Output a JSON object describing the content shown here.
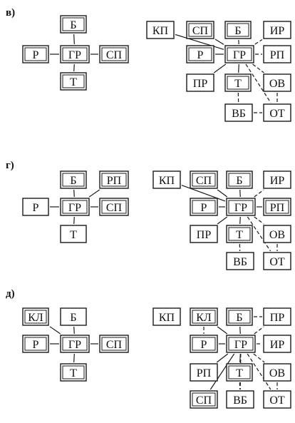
{
  "sections": [
    {
      "label": "в)",
      "left": {
        "nodes": [
          {
            "id": "Б",
            "text": "Б",
            "style": "double"
          },
          {
            "id": "Р",
            "text": "Р",
            "style": "double"
          },
          {
            "id": "ГР",
            "text": "ГР",
            "style": "double"
          },
          {
            "id": "СП",
            "text": "СП",
            "style": "double"
          },
          {
            "id": "Т",
            "text": "Т",
            "style": "double"
          }
        ],
        "edges": [
          {
            "from": "ГР",
            "to": "Б",
            "style": "solid"
          },
          {
            "from": "ГР",
            "to": "Р",
            "style": "solid"
          },
          {
            "from": "ГР",
            "to": "СП",
            "style": "solid"
          },
          {
            "from": "ГР",
            "to": "Т",
            "style": "solid"
          }
        ]
      },
      "right": {
        "nodes": [
          {
            "id": "КП",
            "text": "КП",
            "style": "single"
          },
          {
            "id": "СП",
            "text": "СП",
            "style": "double"
          },
          {
            "id": "Б",
            "text": "Б",
            "style": "double"
          },
          {
            "id": "ИР",
            "text": "ИР",
            "style": "single"
          },
          {
            "id": "Р",
            "text": "Р",
            "style": "double"
          },
          {
            "id": "ГР",
            "text": "ГР",
            "style": "double"
          },
          {
            "id": "РП",
            "text": "РП",
            "style": "single"
          },
          {
            "id": "ПР",
            "text": "ПР",
            "style": "single"
          },
          {
            "id": "Т",
            "text": "Т",
            "style": "double"
          },
          {
            "id": "ОВ",
            "text": "ОВ",
            "style": "single"
          },
          {
            "id": "ВБ",
            "text": "ВБ",
            "style": "single"
          },
          {
            "id": "ОТ",
            "text": "ОТ",
            "style": "single"
          }
        ],
        "edges": [
          {
            "from": "ГР",
            "to": "КП",
            "style": "solid"
          },
          {
            "from": "ГР",
            "to": "СП",
            "style": "solid"
          },
          {
            "from": "ГР",
            "to": "Б",
            "style": "solid"
          },
          {
            "from": "ГР",
            "to": "ИР",
            "style": "dashed"
          },
          {
            "from": "ГР",
            "to": "Р",
            "style": "solid"
          },
          {
            "from": "ГР",
            "to": "РП",
            "style": "dashed"
          },
          {
            "from": "ГР",
            "to": "ПР",
            "style": "solid"
          },
          {
            "from": "ГР",
            "to": "Т",
            "style": "solid"
          },
          {
            "from": "ГР",
            "to": "ОВ",
            "style": "dashed"
          },
          {
            "from": "ГР",
            "to": "ОТ",
            "style": "dashed"
          },
          {
            "from": "Т",
            "to": "ВБ",
            "style": "dashed"
          },
          {
            "from": "ВБ",
            "to": "ОТ",
            "style": "dashed"
          },
          {
            "from": "ОВ",
            "to": "ОТ",
            "style": "dashed"
          }
        ]
      }
    },
    {
      "label": "г)",
      "left": {
        "nodes": [
          {
            "id": "Б",
            "text": "Б",
            "style": "double"
          },
          {
            "id": "РП",
            "text": "РП",
            "style": "double"
          },
          {
            "id": "Р",
            "text": "Р",
            "style": "single"
          },
          {
            "id": "ГР",
            "text": "ГР",
            "style": "double"
          },
          {
            "id": "СП",
            "text": "СП",
            "style": "double"
          },
          {
            "id": "Т",
            "text": "Т",
            "style": "single"
          }
        ],
        "edges": [
          {
            "from": "ГР",
            "to": "Б",
            "style": "solid"
          },
          {
            "from": "ГР",
            "to": "РП",
            "style": "solid"
          },
          {
            "from": "ГР",
            "to": "Р",
            "style": "solid"
          },
          {
            "from": "ГР",
            "to": "СП",
            "style": "solid"
          },
          {
            "from": "ГР",
            "to": "Т",
            "style": "solid"
          }
        ]
      },
      "right": {
        "nodes": [
          {
            "id": "КП",
            "text": "КП",
            "style": "single"
          },
          {
            "id": "СП",
            "text": "СП",
            "style": "double"
          },
          {
            "id": "Б",
            "text": "Б",
            "style": "double"
          },
          {
            "id": "ИР",
            "text": "ИР",
            "style": "single"
          },
          {
            "id": "Р",
            "text": "Р",
            "style": "double"
          },
          {
            "id": "ГР",
            "text": "ГР",
            "style": "double"
          },
          {
            "id": "РП",
            "text": "РП",
            "style": "double"
          },
          {
            "id": "ПР",
            "text": "ПР",
            "style": "single"
          },
          {
            "id": "Т",
            "text": "Т",
            "style": "double"
          },
          {
            "id": "ОВ",
            "text": "ОВ",
            "style": "single"
          },
          {
            "id": "ВБ",
            "text": "ВБ",
            "style": "single"
          },
          {
            "id": "ОТ",
            "text": "ОТ",
            "style": "single"
          }
        ],
        "edges": [
          {
            "from": "ГР",
            "to": "КП",
            "style": "solid"
          },
          {
            "from": "ГР",
            "to": "СП",
            "style": "solid"
          },
          {
            "from": "ГР",
            "to": "Б",
            "style": "solid"
          },
          {
            "from": "ГР",
            "to": "ИР",
            "style": "dashed"
          },
          {
            "from": "ГР",
            "to": "Р",
            "style": "solid"
          },
          {
            "from": "ГР",
            "to": "РП",
            "style": "solid"
          },
          {
            "from": "ГР",
            "to": "ПР",
            "style": "solid"
          },
          {
            "from": "ГР",
            "to": "Т",
            "style": "solid"
          },
          {
            "from": "ГР",
            "to": "ОВ",
            "style": "dashed"
          },
          {
            "from": "ГР",
            "to": "ОТ",
            "style": "dashed"
          },
          {
            "from": "Т",
            "to": "ВБ",
            "style": "dashed"
          },
          {
            "from": "ОВ",
            "to": "ОТ",
            "style": "dashed"
          }
        ]
      }
    },
    {
      "label": "д)",
      "left": {
        "nodes": [
          {
            "id": "КЛ",
            "text": "КЛ",
            "style": "double"
          },
          {
            "id": "Б",
            "text": "Б",
            "style": "single"
          },
          {
            "id": "Р",
            "text": "Р",
            "style": "double"
          },
          {
            "id": "ГР",
            "text": "ГР",
            "style": "double"
          },
          {
            "id": "СП",
            "text": "СП",
            "style": "double"
          },
          {
            "id": "Т",
            "text": "Т",
            "style": "double"
          }
        ],
        "edges": [
          {
            "from": "ГР",
            "to": "КЛ",
            "style": "solid"
          },
          {
            "from": "ГР",
            "to": "Б",
            "style": "solid"
          },
          {
            "from": "ГР",
            "to": "Р",
            "style": "solid"
          },
          {
            "from": "ГР",
            "to": "СП",
            "style": "solid"
          },
          {
            "from": "ГР",
            "to": "Т",
            "style": "solid"
          }
        ]
      },
      "right": {
        "nodes": [
          {
            "id": "КП",
            "text": "КП",
            "style": "single"
          },
          {
            "id": "КЛ",
            "text": "КЛ",
            "style": "double"
          },
          {
            "id": "Б",
            "text": "Б",
            "style": "double"
          },
          {
            "id": "ПР",
            "text": "ПР",
            "style": "single"
          },
          {
            "id": "Р",
            "text": "Р",
            "style": "double"
          },
          {
            "id": "ГР",
            "text": "ГР",
            "style": "double"
          },
          {
            "id": "ИР",
            "text": "ИР",
            "style": "single"
          },
          {
            "id": "РП",
            "text": "РП",
            "style": "single"
          },
          {
            "id": "Т",
            "text": "Т",
            "style": "double"
          },
          {
            "id": "ОВ",
            "text": "ОВ",
            "style": "single"
          },
          {
            "id": "СП",
            "text": "СП",
            "style": "double"
          },
          {
            "id": "ВБ",
            "text": "ВБ",
            "style": "single"
          },
          {
            "id": "ОТ",
            "text": "ОТ",
            "style": "single"
          }
        ],
        "edges": [
          {
            "from": "ГР",
            "to": "КЛ",
            "style": "solid"
          },
          {
            "from": "ГР",
            "to": "Б",
            "style": "solid"
          },
          {
            "from": "ГР",
            "to": "ПР",
            "style": "dashed"
          },
          {
            "from": "ГР",
            "to": "Р",
            "style": "solid"
          },
          {
            "from": "ГР",
            "to": "ИР",
            "style": "dashed"
          },
          {
            "from": "ГР",
            "to": "РП",
            "style": "solid"
          },
          {
            "from": "ГР",
            "to": "Т",
            "style": "solid"
          },
          {
            "from": "ГР",
            "to": "ОВ",
            "style": "dashed"
          },
          {
            "from": "ГР",
            "to": "СП",
            "style": "solid"
          },
          {
            "from": "ГР",
            "to": "ВБ",
            "style": "dashed"
          },
          {
            "from": "ГР",
            "to": "ОТ",
            "style": "dashed"
          },
          {
            "from": "КЛ",
            "to": "Р",
            "style": "dashed"
          },
          {
            "from": "Б",
            "to": "ПР",
            "style": "dashed"
          },
          {
            "from": "Т",
            "to": "ВБ",
            "style": "dashed"
          },
          {
            "from": "ОВ",
            "to": "ОТ",
            "style": "dashed"
          }
        ]
      }
    }
  ]
}
